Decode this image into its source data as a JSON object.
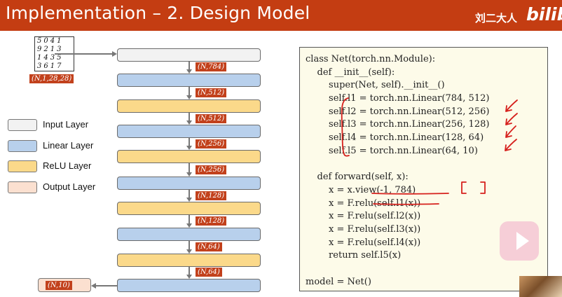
{
  "header": {
    "title": "Implementation – 2. Design Model",
    "channel_text": "刘二大人",
    "brand_text": "bilibi"
  },
  "input_image": {
    "digit_rows": [
      "5041",
      "9213",
      "1435",
      "3617"
    ],
    "shape_label": "(N,1,28,28)"
  },
  "network": {
    "layers": [
      {
        "type": "Input Layer"
      },
      {
        "type": "Linear Layer"
      },
      {
        "type": "ReLU Layer"
      },
      {
        "type": "Linear Layer"
      },
      {
        "type": "ReLU Layer"
      },
      {
        "type": "Linear Layer"
      },
      {
        "type": "ReLU Layer"
      },
      {
        "type": "Linear Layer"
      },
      {
        "type": "ReLU Layer"
      },
      {
        "type": "Linear Layer"
      }
    ],
    "shape_labels": [
      "(N,784)",
      "(N,512)",
      "(N,512)",
      "(N,256)",
      "(N,256)",
      "(N,128)",
      "(N,128)",
      "(N,64)",
      "(N,64)"
    ],
    "output_label": "(N,10)"
  },
  "legend": [
    {
      "label": "Input Layer",
      "color": "#f2f2f2"
    },
    {
      "label": "Linear Layer",
      "color": "#b8d0ec"
    },
    {
      "label": "ReLU Layer",
      "color": "#fbd98a"
    },
    {
      "label": "Output Layer",
      "color": "#fbe0d0"
    }
  ],
  "code": {
    "lines": [
      "class Net(torch.nn.Module):",
      "    def __init__(self):",
      "        super(Net, self).__init__()",
      "        self.l1 = torch.nn.Linear(784, 512)",
      "        self.l2 = torch.nn.Linear(512, 256)",
      "        self.l3 = torch.nn.Linear(256, 128)",
      "        self.l4 = torch.nn.Linear(128, 64)",
      "        self.l5 = torch.nn.Linear(64, 10)",
      "",
      "    def forward(self, x):",
      "        x = x.view(-1, 784)",
      "        x = F.relu(self.l1(x))",
      "        x = F.relu(self.l2(x))",
      "        x = F.relu(self.l3(x))",
      "        x = F.relu(self.l4(x))",
      "        return self.l5(x)",
      "",
      "model = Net()"
    ]
  },
  "colors": {
    "header_bg": "#c43d12",
    "shape_tag_bg": "#c2411c",
    "annotation_red": "#d6201c",
    "code_panel_bg": "#fdfbe9"
  },
  "icons": {
    "side_button": "play-icon"
  }
}
